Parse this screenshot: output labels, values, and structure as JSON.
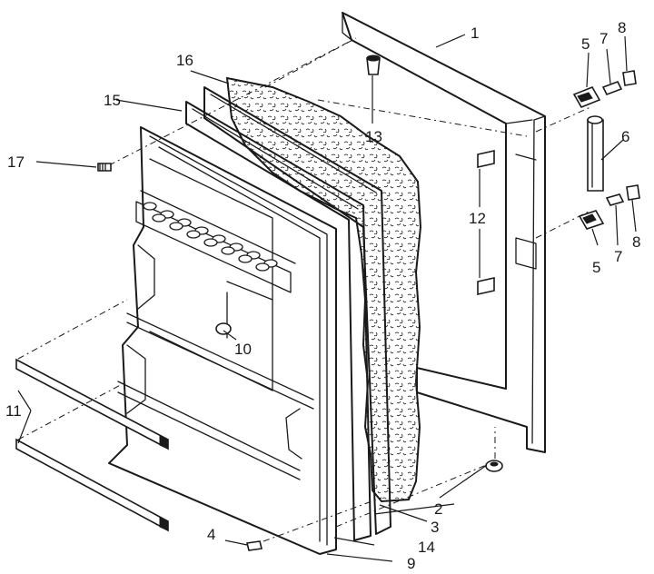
{
  "callouts": {
    "c1": "1",
    "c2": "2",
    "c3": "3",
    "c4": "4",
    "c5a": "5",
    "c5b": "5",
    "c6": "6",
    "c7a": "7",
    "c7b": "7",
    "c8a": "8",
    "c8b": "8",
    "c9": "9",
    "c10": "10",
    "c11": "11",
    "c12": "12",
    "c13": "13",
    "c14": "14",
    "c15": "15",
    "c16": "16",
    "c17": "17"
  }
}
